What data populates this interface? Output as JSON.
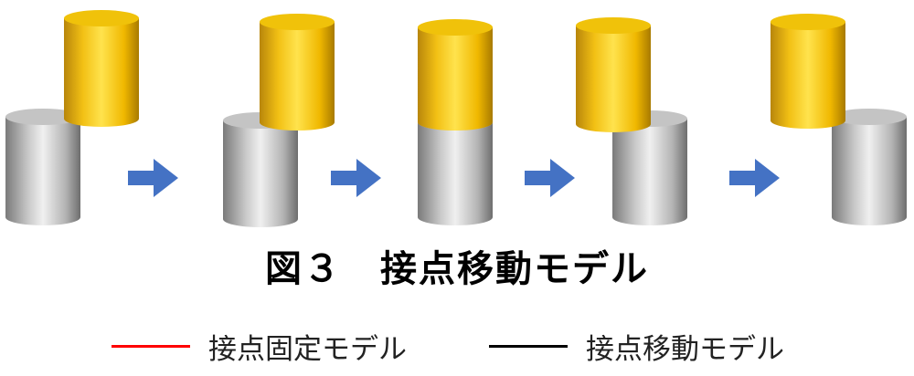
{
  "caption": "図３　接点移動モデル",
  "colors": {
    "gold_dark": "#b8860b",
    "gold_mid": "#f5c518",
    "gold_light": "#ffe34d",
    "gold_top": "#f0c20a",
    "gray_dark": "#7a7a7a",
    "gray_mid": "#d2d2d2",
    "gray_light": "#f0f0f0",
    "gray_top": "#c4c4c4",
    "arrow": "#4472c4"
  },
  "legend": [
    {
      "label": "接点固定モデル",
      "color": "#ff0000"
    },
    {
      "label": "接点移動モデル",
      "color": "#000000"
    }
  ]
}
